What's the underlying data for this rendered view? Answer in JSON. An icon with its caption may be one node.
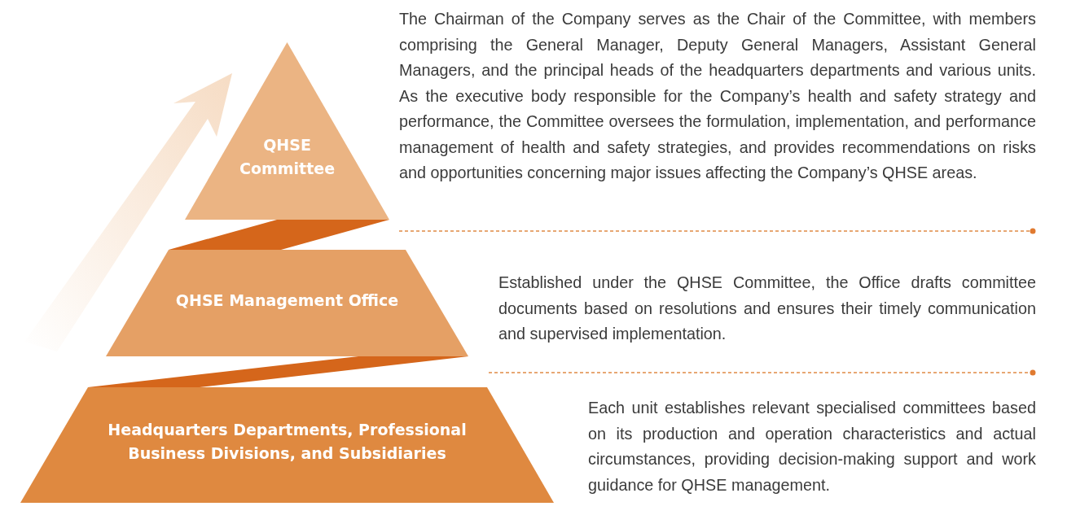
{
  "diagram": {
    "nodes": [
      {
        "text": [
          "QHSE Committee"
        ],
        "beside": [
          "The Chairman of the Company serves as the Chair of the Committee, with members comprising the General Manager, Deputy General Managers, Assistant General Managers, and the principal heads of the headquarters departments and various units. As the executive body responsible for the Company’s health and safety strategy and performance, the Committee oversees the formulation, implementation, and performance management of health and safety strategies, and provides recommendations on risks and opportunities concerning major issues affecting the Company’s QHSE areas."
        ]
      },
      {
        "text": [
          "QHSE Management Office"
        ],
        "beside": [
          "Established under the QHSE Committee, the Office drafts committee documents based on resolutions and ensures their timely communication and supervised implementation."
        ]
      },
      {
        "text": [
          "Headquarters Departments, Professional Business Divisions, and Subsidiaries"
        ],
        "beside": [
          "Each unit establishes relevant specialised committees based on its production and operation characteristics and actual circumstances, providing decision-making support and work guidance for QHSE management."
        ]
      }
    ]
  }
}
